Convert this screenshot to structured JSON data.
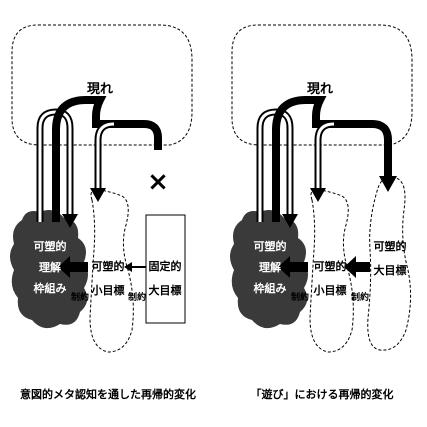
{
  "left": {
    "emergence": "現れ",
    "cloud": [
      "可塑的",
      "理解",
      "枠組み"
    ],
    "middle": [
      "可塑的",
      "小目標"
    ],
    "right": [
      "固定的",
      "大目標"
    ],
    "constraint_left": "制約",
    "constraint_right": "制約",
    "blocked_mark": "×",
    "caption": "意図的メタ認知を通した再帰的変化"
  },
  "right": {
    "emergence": "現れ",
    "cloud": [
      "可塑的",
      "理解",
      "枠組み"
    ],
    "middle": [
      "可塑的",
      "小目標"
    ],
    "right": [
      "可塑的",
      "大目標"
    ],
    "constraint_left": "制約",
    "constraint_right": "制約",
    "caption": "「遊び」における再帰的変化"
  }
}
